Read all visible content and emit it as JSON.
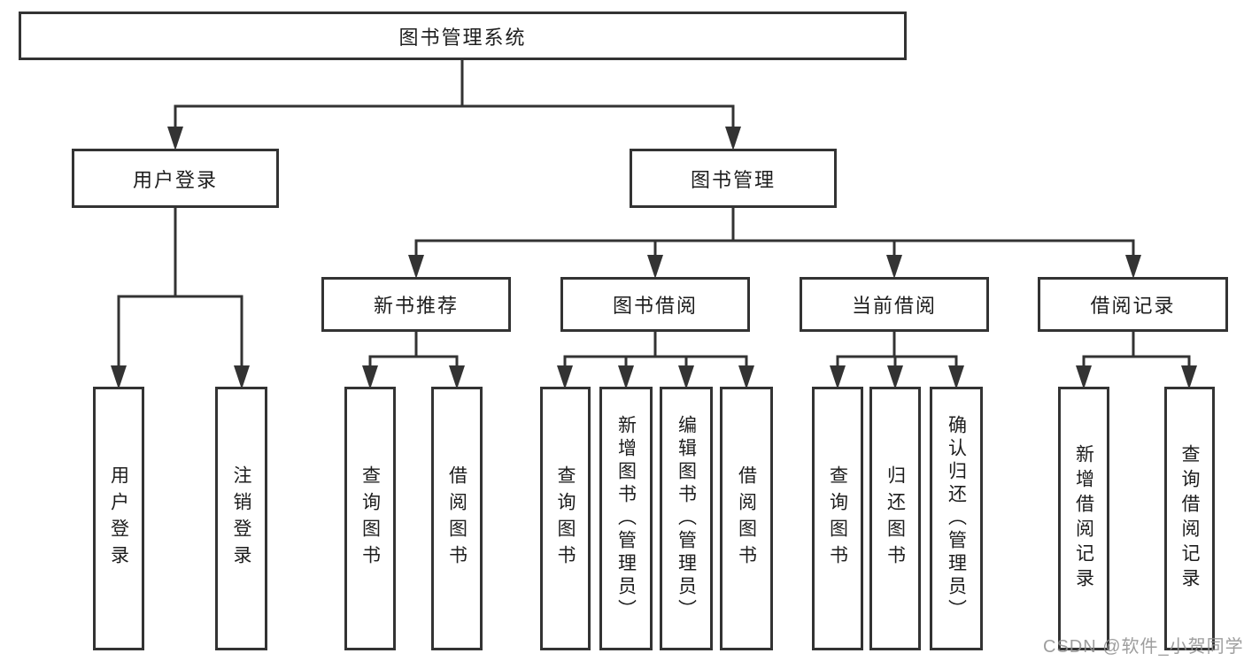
{
  "tree": {
    "label": "图书管理系统",
    "children": [
      {
        "label": "用户登录",
        "children": [
          {
            "label": "用户登录"
          },
          {
            "label": "注销登录"
          }
        ]
      },
      {
        "label": "图书管理",
        "children": [
          {
            "label": "新书推荐",
            "children": [
              {
                "label": "查询图书"
              },
              {
                "label": "借阅图书"
              }
            ]
          },
          {
            "label": "图书借阅",
            "children": [
              {
                "label": "查询图书"
              },
              {
                "label": "新增图书（管理员）"
              },
              {
                "label": "编辑图书（管理员）"
              },
              {
                "label": "借阅图书"
              }
            ]
          },
          {
            "label": "当前借阅",
            "children": [
              {
                "label": "查询图书"
              },
              {
                "label": "归还图书"
              },
              {
                "label": "确认归还（管理员）"
              }
            ]
          },
          {
            "label": "借阅记录",
            "children": [
              {
                "label": "新增借阅记录"
              },
              {
                "label": "查询借阅记录"
              }
            ]
          }
        ]
      }
    ]
  },
  "watermark": {
    "text": "CSDN @软件_小贺同学"
  },
  "colors": {
    "line": "#333333",
    "box_border": "#333333",
    "text": "#1d1d1d",
    "background": "#ffffff",
    "watermark": "#919191"
  }
}
